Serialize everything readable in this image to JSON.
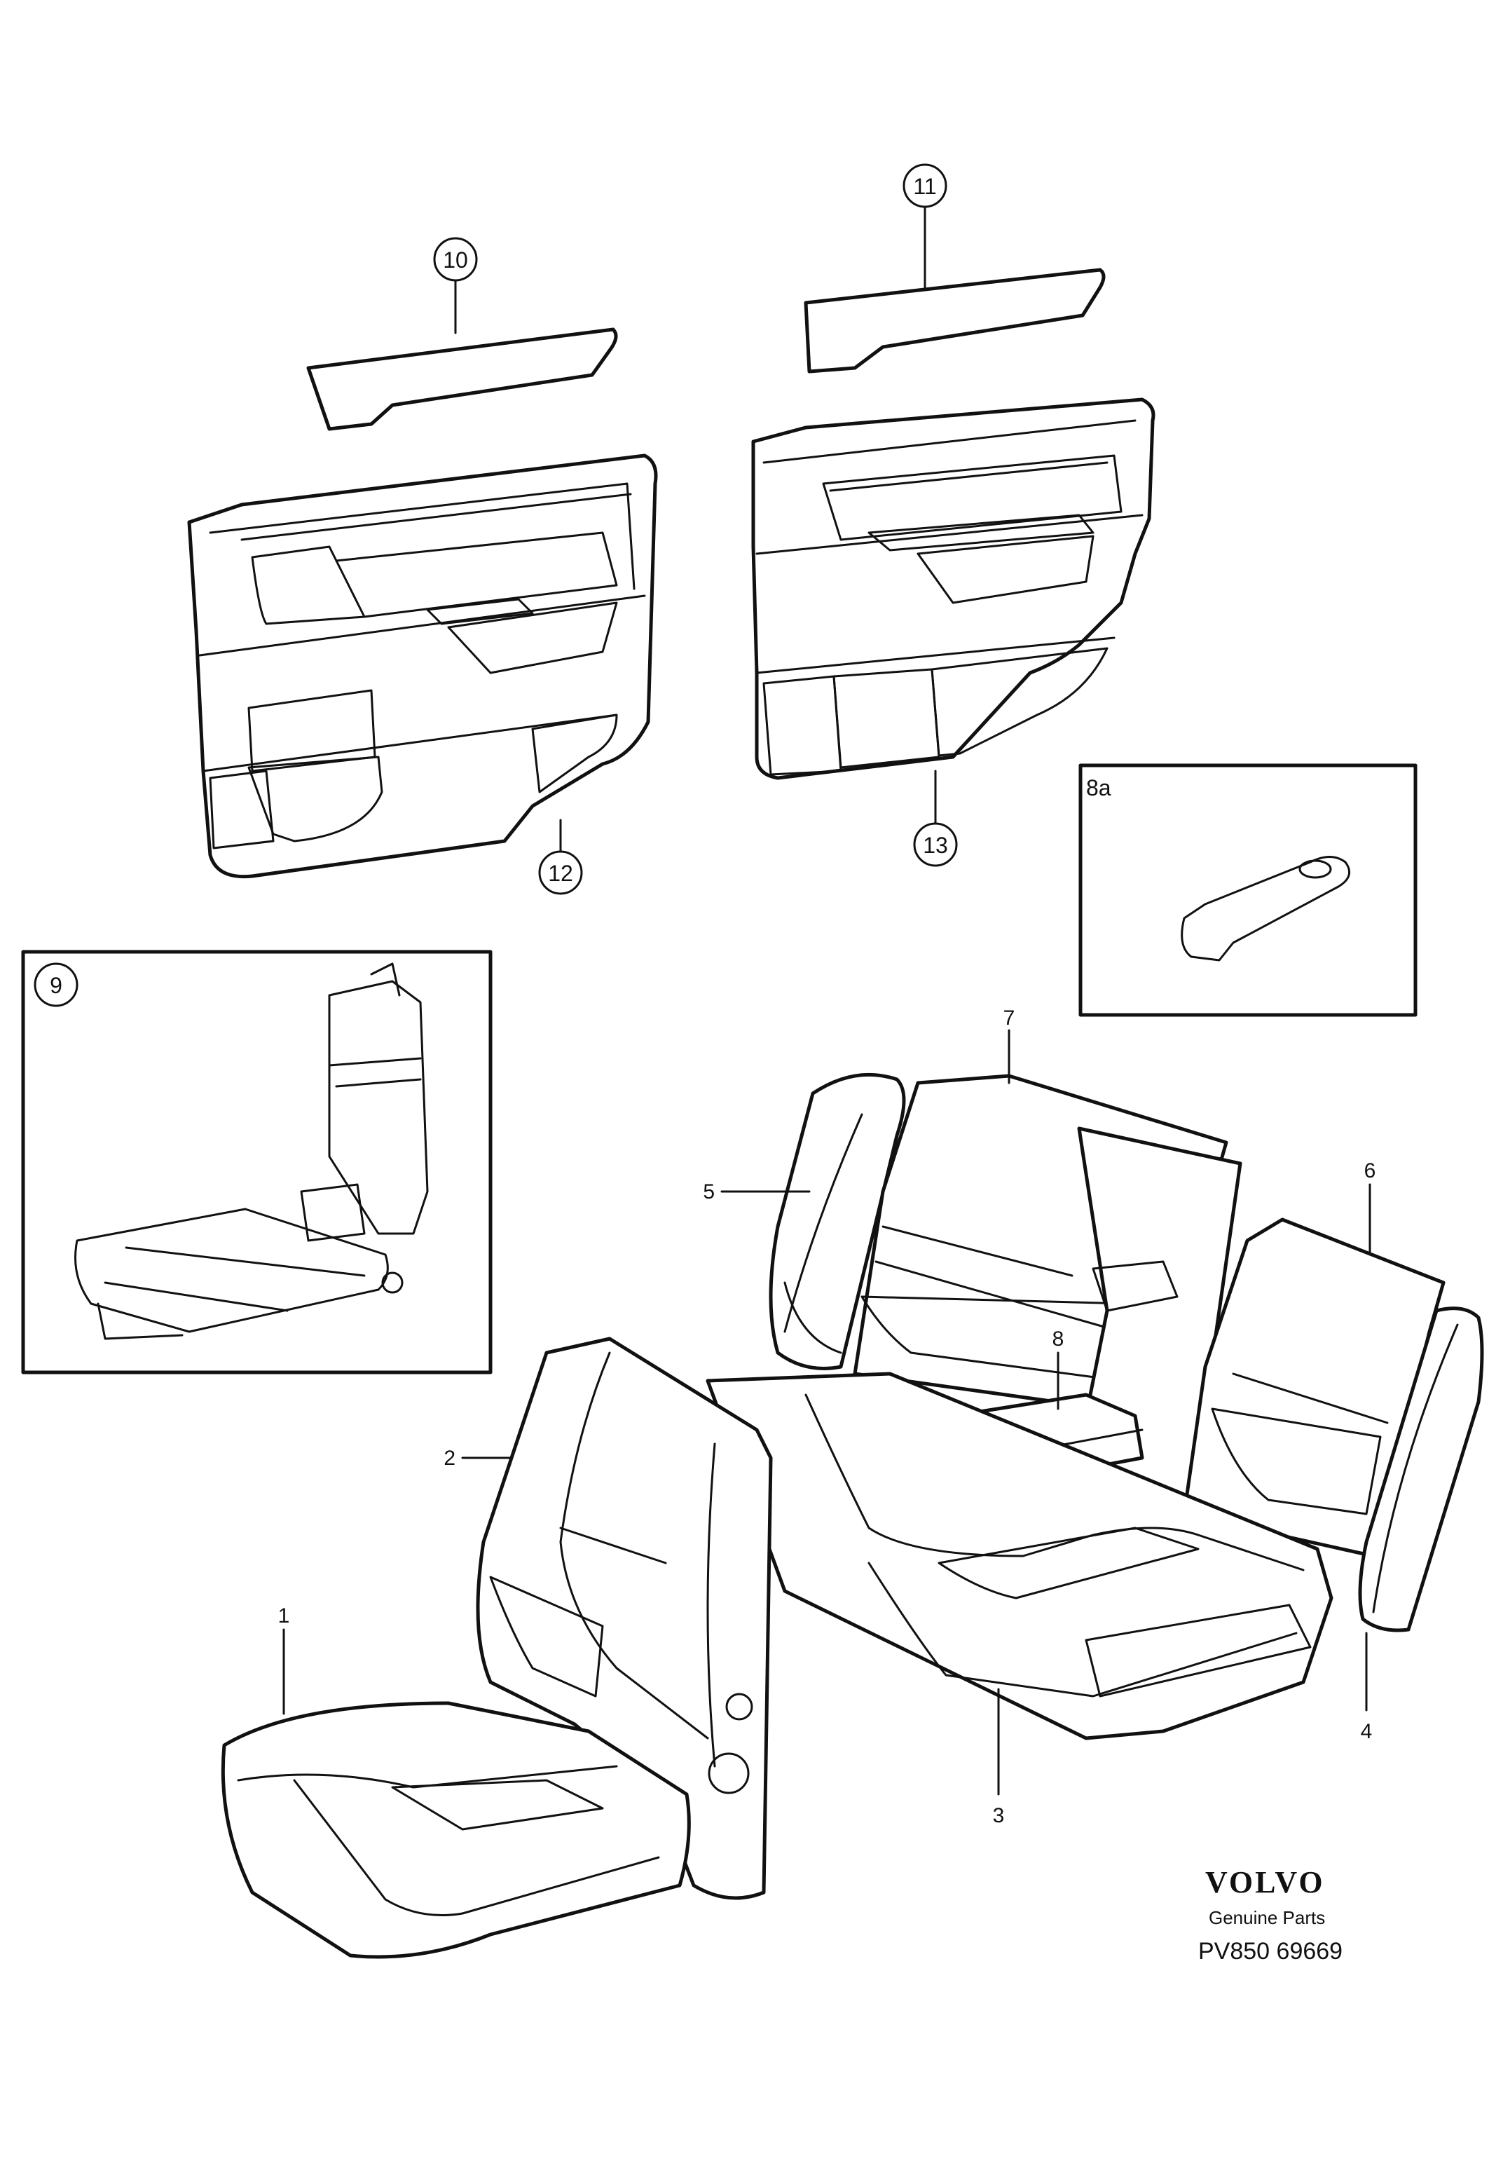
{
  "callouts": {
    "c1": "1",
    "c2": "2",
    "c3": "3",
    "c4": "4",
    "c5": "5",
    "c6": "6",
    "c7": "7",
    "c8": "8",
    "c8a": "8a",
    "c9": "9",
    "c10": "10",
    "c11": "11",
    "c12": "12",
    "c13": "13"
  },
  "branding": {
    "logo_text": "VOLVO",
    "tagline": "Genuine Parts",
    "code": "PV850 69669"
  },
  "colors": {
    "ink": "#111111",
    "paper": "#ffffff",
    "stipple": "#555555"
  }
}
